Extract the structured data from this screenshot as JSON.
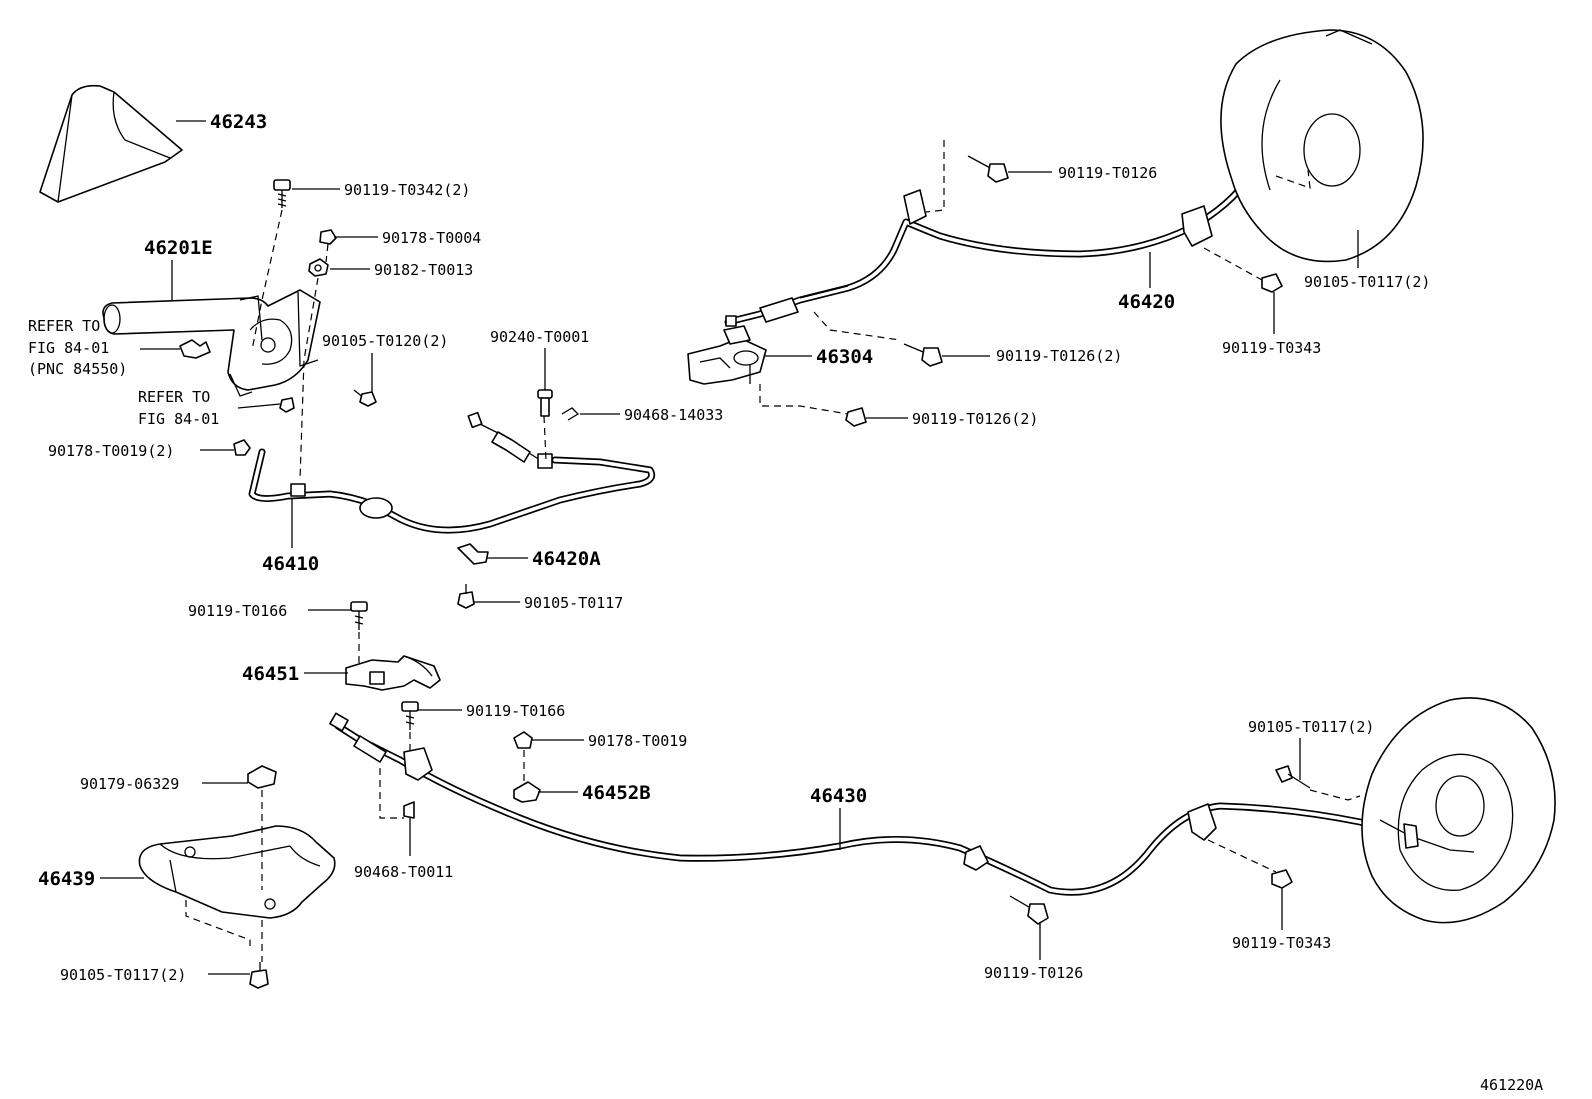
{
  "figure_code": "461220A",
  "labels": {
    "l46243": "46243",
    "l46201E": "46201E",
    "l90119_T0342": "90119-T0342(2)",
    "l90178_T0004": "90178-T0004",
    "l90182_T0013": "90182-T0013",
    "l90105_T0120": "90105-T0120(2)",
    "l90240_T0001": "90240-T0001",
    "l90468_14033": "90468-14033",
    "l90178_T0019_2": "90178-T0019(2)",
    "l46410": "46410",
    "l46420A": "46420A",
    "l90105_T0117_mid": "90105-T0117",
    "l90119_T0166_a": "90119-T0166",
    "l46451": "46451",
    "l90119_T0166_b": "90119-T0166",
    "l90178_T0019": "90178-T0019",
    "l46452B": "46452B",
    "l90179_06329": "90179-06329",
    "l46439": "46439",
    "l90468_T0011": "90468-T0011",
    "l90105_T0117_2_bl": "90105-T0117(2)",
    "l46430": "46430",
    "l90119_T0126_bot": "90119-T0126",
    "l90105_T0117_2_br": "90105-T0117(2)",
    "l90119_T0343_bot": "90119-T0343",
    "l90119_T0126_top": "90119-T0126",
    "l46420": "46420",
    "l90105_T0117_2_tr": "90105-T0117(2)",
    "l90119_T0343_top": "90119-T0343",
    "l46304": "46304",
    "l90119_T0126_2_a": "90119-T0126(2)",
    "l90119_T0126_2_b": "90119-T0126(2)"
  },
  "refer_notes": {
    "note1_line1": "REFER TO",
    "note1_line2": "FIG 84-01",
    "note1_line3": "(PNC 84550)",
    "note2_line1": "REFER TO",
    "note2_line2": "FIG 84-01"
  }
}
